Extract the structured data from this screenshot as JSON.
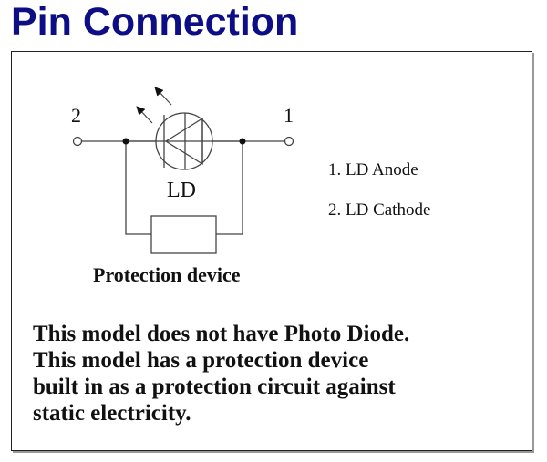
{
  "title": "Pin Connection",
  "diagram": {
    "pin_left_label": "2",
    "pin_right_label": "1",
    "component_label": "LD",
    "protection_label": "Protection device"
  },
  "pin_legend": [
    "1. LD Anode",
    "2. LD Cathode"
  ],
  "notes": [
    "This model does not have Photo Diode.",
    "This model has a protection device",
    "built in as a protection circuit against",
    "static electricity."
  ],
  "colors": {
    "title": "#0d0d85"
  }
}
